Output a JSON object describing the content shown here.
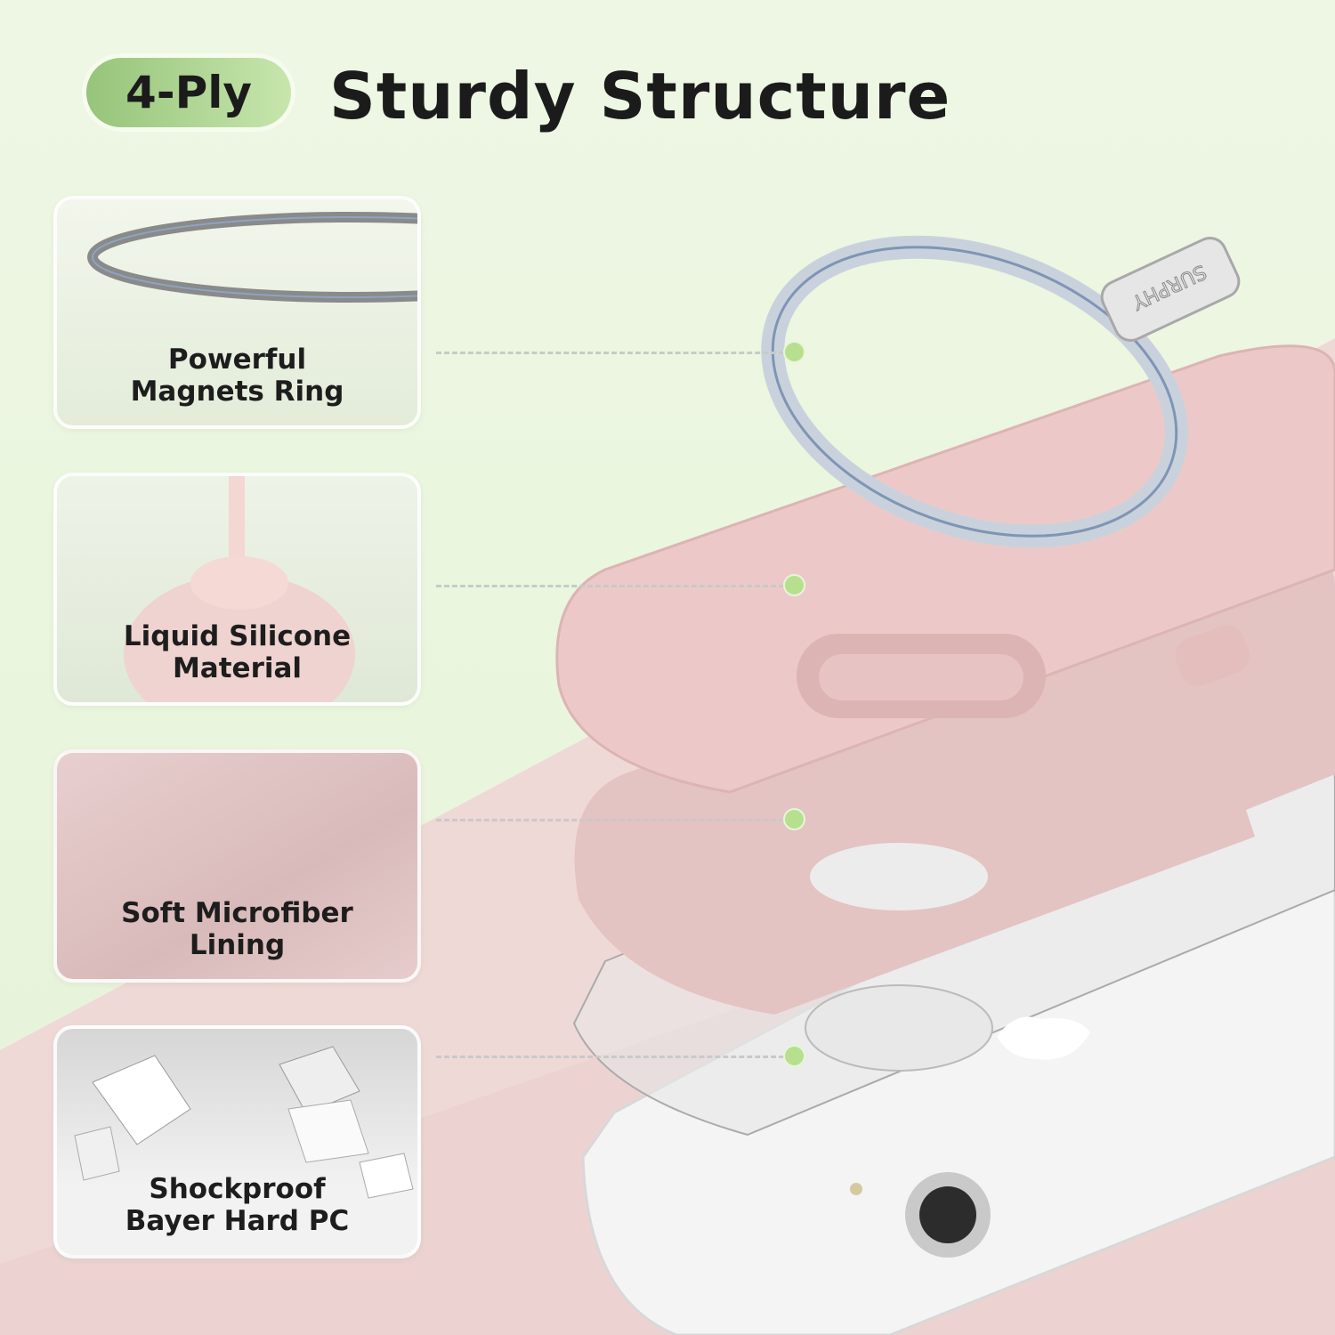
{
  "header": {
    "badge": "4-Ply",
    "title": "Sturdy Structure"
  },
  "layers": [
    {
      "label_line1": "Powerful",
      "label_line2": "Magnets Ring"
    },
    {
      "label_line1": "Liquid Silicone",
      "label_line2": "Material"
    },
    {
      "label_line1": "Soft Microfiber",
      "label_line2": "Lining"
    },
    {
      "label_line1": "Shockproof",
      "label_line2": "Bayer Hard PC"
    }
  ],
  "brand": "SURPHY",
  "colors": {
    "accent_green": "#b6e08e",
    "case_pink": "#ecc9c9",
    "background": "#eef7e4"
  }
}
